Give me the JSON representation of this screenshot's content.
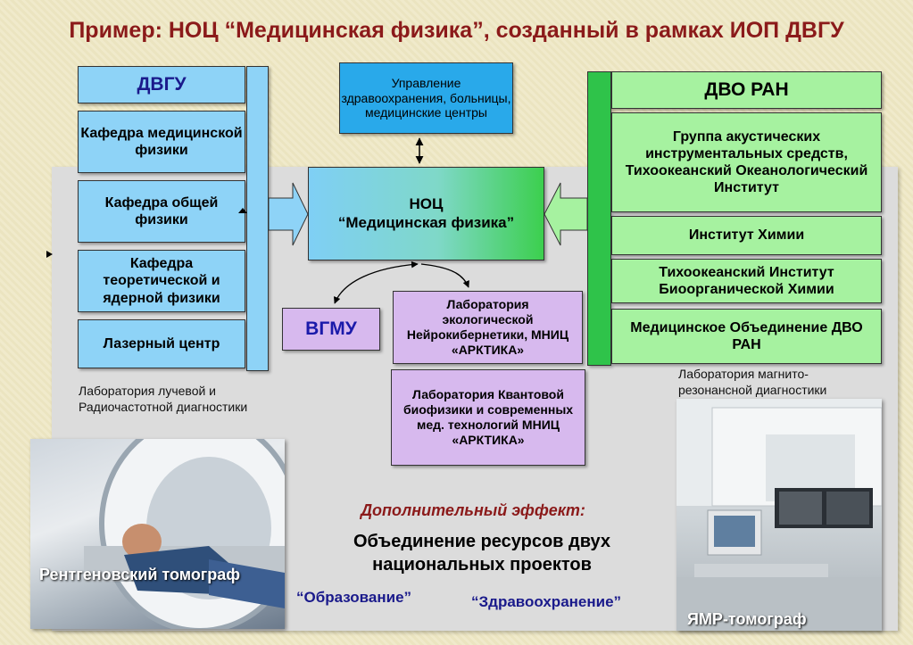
{
  "title": "Пример: НОЦ “Медицинская физика”, созданный в рамках ИОП ДВГУ",
  "dvgu": {
    "header": "ДВГУ",
    "items": [
      "Кафедра медицинской физики",
      "Кафедра общей физики",
      "Кафедра теоретической и ядерной физики",
      "Лазерный центр"
    ]
  },
  "health": "Управление здравоохранения, больницы, медицинские центры",
  "noc": {
    "line1": "НОЦ",
    "line2": "“Медицинская физика”"
  },
  "dvo": {
    "header": "ДВО РАН",
    "items": [
      "Группа акустических инструментальных средств, Тихоокеанский Океанологический Институт",
      "Институт Химии",
      "Тихоокеанский Институт Биоорганической Химии",
      "Медицинское Объединение ДВО РАН"
    ]
  },
  "vgmu": "ВГМУ",
  "labs": [
    "Лаборатория экологической Нейрокибернетики, МНИЦ «АРКТИКА»",
    "Лаборатория Квантовой биофизики и современных мед. технологий МНИЦ «АРКТИКА»"
  ],
  "left_photo": {
    "label": "Лаборатория лучевой и Радиочастотной диагностики",
    "caption": "Рентгеновский томограф"
  },
  "right_photo": {
    "label": "Лаборатория магнито-резонансной диагностики",
    "caption": "ЯМР-томограф"
  },
  "effect": {
    "title": "Дополнительный эффект:",
    "body": "Объединение ресурсов двух национальных проектов",
    "project1": "“Образование”",
    "project2": "“Здравоохранение”"
  },
  "colors": {
    "title": "#8b1a1a",
    "blue_box": "#8ed3f7",
    "green_box": "#a6f2a0",
    "lilac_box": "#d7b9ee",
    "vgmu_text": "#1a1aaa"
  }
}
